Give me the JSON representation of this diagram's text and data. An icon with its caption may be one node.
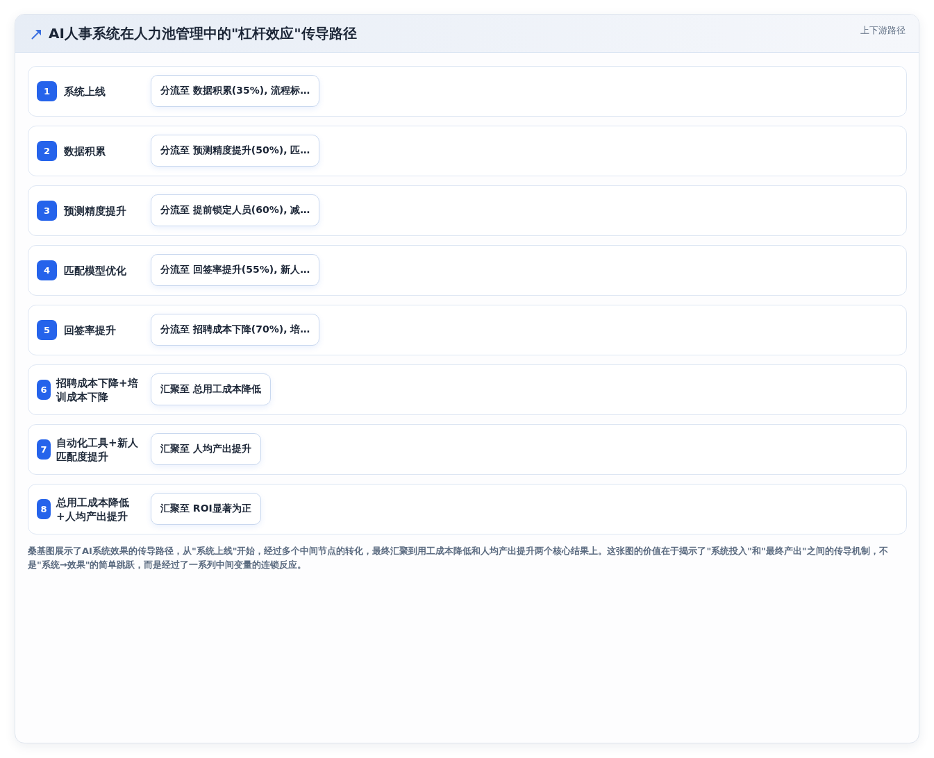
{
  "diagram": {
    "title": "AI人事系统在人力池管理中的\"杠杆效应\"传导路径",
    "caption": "桑基图展示了AI系统效果的传导路径，从\"系统上线\"开始，经过多个中间节点的转化，最终汇聚到用工成本降低和人均产出提升两个核心结果上。这张图的价值在于揭示了\"系统投入\"和\"最终产出\"之间的传导机制，不是\"系统→效果\"的简单跳跃，而是经过了一系列中间变量的连锁反应。",
    "nodes": [
      {
        "text": [
          "系统上线"
        ]
      },
      {
        "text": [
          "1"
        ],
        "in": 0
      },
      {
        "text": [
          "分流至 数据积累(35%), 流程标…"
        ],
        "in": 0
      },
      {
        "text": [
          "数据积累"
        ]
      },
      {
        "text": [
          "2"
        ],
        "in": 3
      },
      {
        "text": [
          "分流至 预测精度提升(50%), 匹…"
        ],
        "in": 3
      },
      {
        "text": [
          "预测精度提升"
        ]
      },
      {
        "text": [
          "3"
        ],
        "in": 6
      },
      {
        "text": [
          "分流至 提前锁定人员(60%), 减…"
        ],
        "in": 6
      },
      {
        "text": [
          "匹配模型优化"
        ]
      },
      {
        "text": [
          "4"
        ],
        "in": 9
      },
      {
        "text": [
          "分流至 回签率提升(55%), 新人…"
        ],
        "in": 9
      },
      {
        "text": [
          "回签率提升"
        ]
      },
      {
        "text": [
          "5"
        ],
        "in": 12
      },
      {
        "text": [
          "分流至 招聘成本下降(70%), 培…"
        ],
        "in": 12
      },
      {
        "text": [
          "招聘成本下降+培训成本下降"
        ]
      },
      {
        "text": [
          "6"
        ],
        "in": 15
      },
      {
        "text": [
          "汇聚至 总用工成本降低"
        ],
        "in": 15
      },
      {
        "text": [
          "自动化工具+新人匹配度提升"
        ]
      },
      {
        "text": [
          "7"
        ],
        "in": 18
      },
      {
        "text": [
          "汇聚至 人均产出提升"
        ],
        "in": 18
      },
      {
        "text": [
          "总用工成本降低+人均产出提升"
        ]
      },
      {
        "text": [
          "8"
        ],
        "in": 21
      },
      {
        "text": [
          "汇聚至 ROI显著为正"
        ],
        "in": 21
      }
    ],
    "labels": [
      "上下游路径"
    ]
  }
}
